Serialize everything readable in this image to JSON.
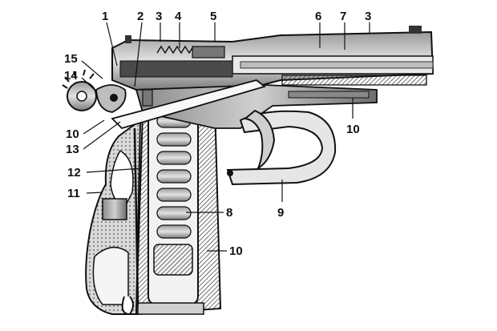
{
  "figure": {
    "background": "#ffffff",
    "ink": "#111111",
    "callouts": [
      {
        "id": "c1",
        "text": "1"
      },
      {
        "id": "c2",
        "text": "2"
      },
      {
        "id": "c3a",
        "text": "3"
      },
      {
        "id": "c4",
        "text": "4"
      },
      {
        "id": "c5",
        "text": "5"
      },
      {
        "id": "c6",
        "text": "6"
      },
      {
        "id": "c7",
        "text": "7"
      },
      {
        "id": "c3b",
        "text": "3"
      },
      {
        "id": "c15",
        "text": "15"
      },
      {
        "id": "c14",
        "text": "14"
      },
      {
        "id": "c10a",
        "text": "10"
      },
      {
        "id": "c13",
        "text": "13"
      },
      {
        "id": "c12",
        "text": "12"
      },
      {
        "id": "c11",
        "text": "11"
      },
      {
        "id": "c10b",
        "text": "10"
      },
      {
        "id": "c8",
        "text": "8"
      },
      {
        "id": "c9",
        "text": "9"
      },
      {
        "id": "c10c",
        "text": "10"
      }
    ]
  }
}
